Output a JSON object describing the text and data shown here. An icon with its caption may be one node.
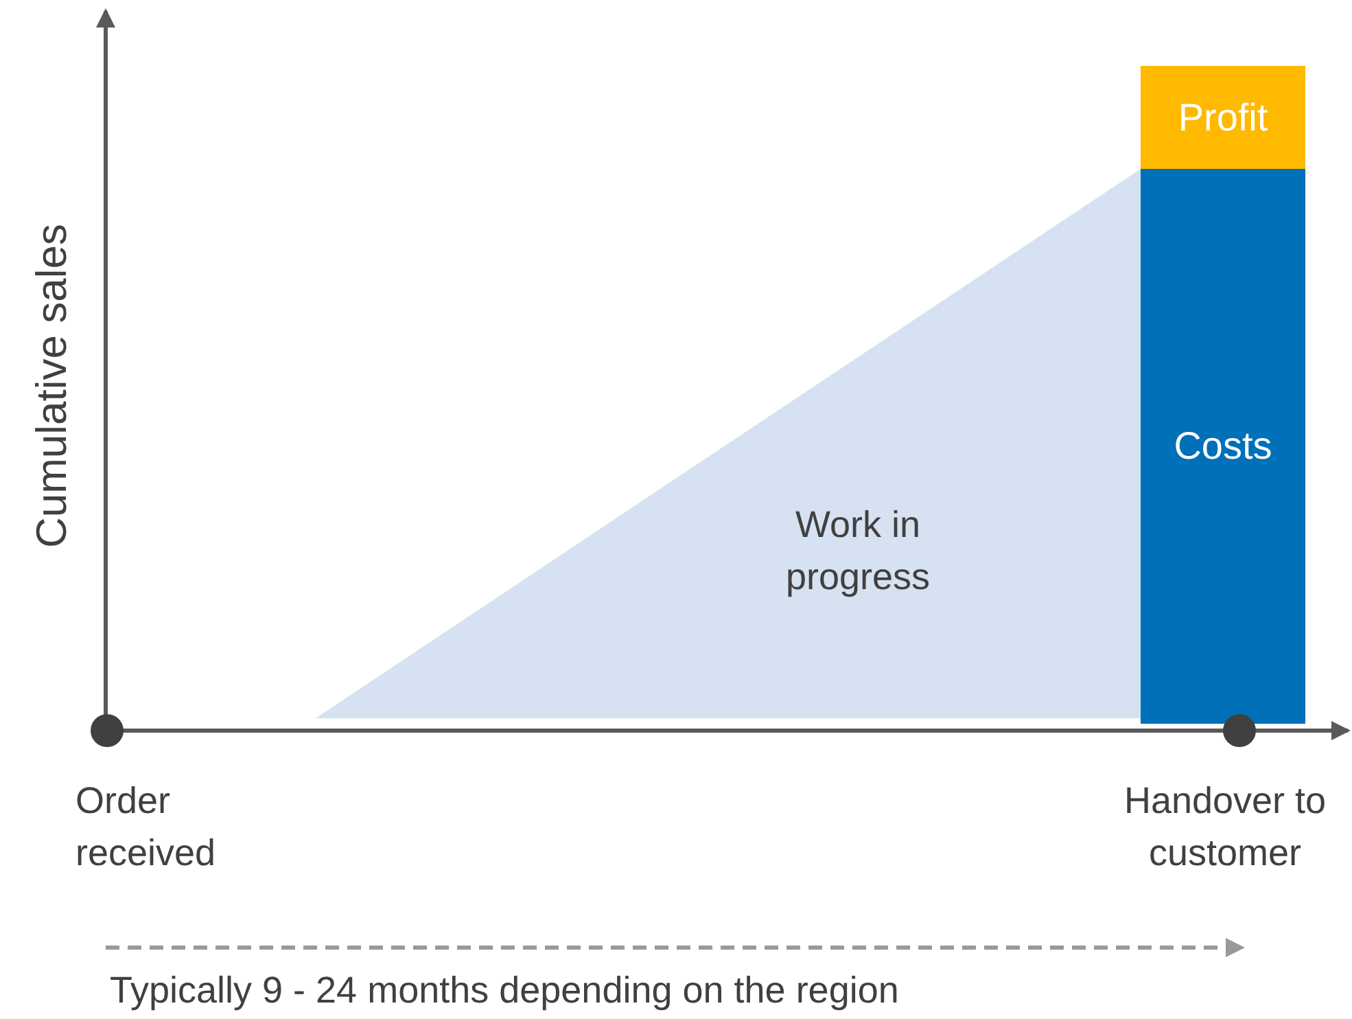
{
  "diagram": {
    "nodes": [
      {
        "text": [
          "Work in progress"
        ]
      },
      {
        "text": [
          "Profit"
        ]
      },
      {
        "text": [
          "Costs"
        ]
      },
      {
        "text": [],
        "shape": "circle",
        "beside": [
          "Order received"
        ]
      },
      {
        "text": [],
        "shape": "circle",
        "beside": [
          "Handover to customer"
        ]
      }
    ],
    "labels": [
      "Cumulative sales",
      "Typically 9 - 24 months depending on the region"
    ]
  }
}
